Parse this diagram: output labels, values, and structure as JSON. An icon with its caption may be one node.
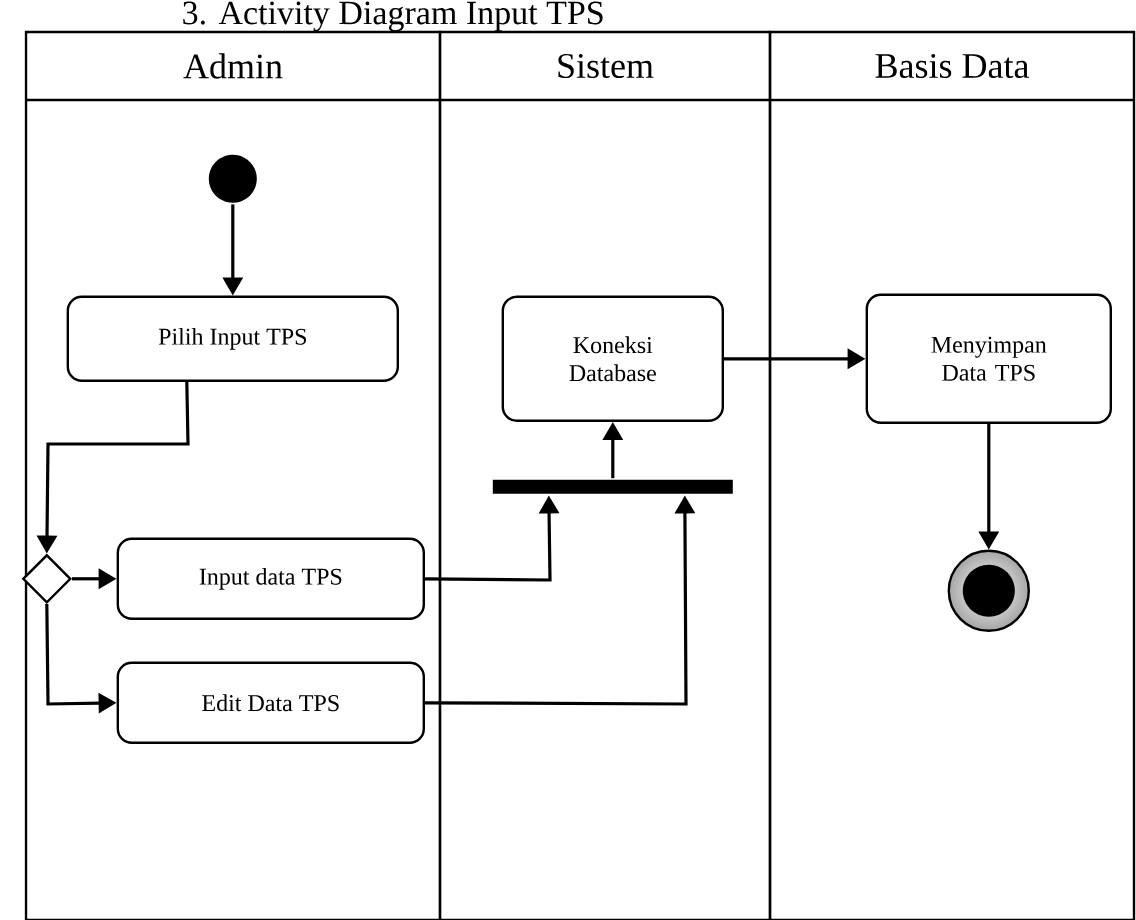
{
  "diagram": {
    "title": "3. Activity Diagram Input TPS",
    "nodes": [
      {
        "text": [
          "Admin"
        ]
      },
      {
        "text": [
          "Sistem"
        ]
      },
      {
        "text": [
          "Basis Data"
        ]
      },
      {
        "text": [],
        "shape": "circle",
        "in": 0
      },
      {
        "text": [
          "Pilih Input TPS"
        ],
        "in": 0
      },
      {
        "text": [],
        "shape": "diamond",
        "in": 0
      },
      {
        "text": [
          "Input data TPS"
        ],
        "in": 0
      },
      {
        "text": [
          "Edit Data TPS"
        ],
        "in": 0
      },
      {
        "text": [
          "Koneksi Database"
        ],
        "in": 1
      },
      {
        "text": [],
        "shape": "bar",
        "in": 1
      },
      {
        "text": [
          "Menyimpan Data TPS"
        ],
        "in": 2
      },
      {
        "text": [],
        "shape": "bullseye",
        "in": 2
      }
    ],
    "edges": [
      {
        "from": 3,
        "to": 4,
        "arrow": "to"
      },
      {
        "from": 4,
        "to": 5,
        "arrow": "to"
      },
      {
        "from": 5,
        "to": 6,
        "arrow": "to"
      },
      {
        "from": 5,
        "to": 7,
        "arrow": "to"
      },
      {
        "from": 6,
        "to": 9,
        "arrow": "to"
      },
      {
        "from": 7,
        "to": 9,
        "arrow": "to"
      },
      {
        "from": 9,
        "to": 8,
        "arrow": "to"
      },
      {
        "from": 8,
        "to": 10,
        "arrow": "to"
      },
      {
        "from": 10,
        "to": 11,
        "arrow": "to"
      }
    ]
  }
}
